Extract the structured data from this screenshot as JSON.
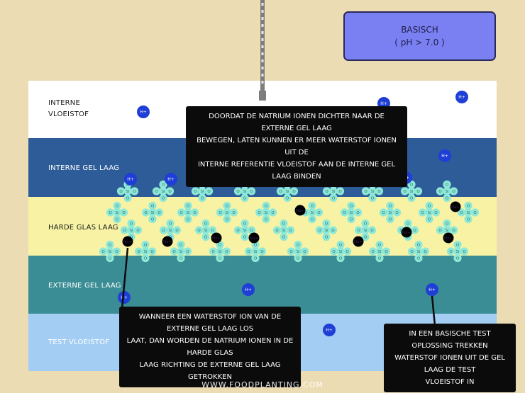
{
  "badge": {
    "line1": "BASISCH",
    "line2": "( pH > 7.0 )"
  },
  "layers": {
    "internal_fluid": "INTERNE\nVLOEISTOF",
    "internal_gel": "INTERNE GEL LAAG",
    "hard_glass": "HARDE GLAS LAAG",
    "external_gel": "EXTERNE GEL LAAG",
    "test_fluid": "TEST VLOEISTOF"
  },
  "colors": {
    "background": "#ecdcb4",
    "internal_fluid": "#ffffff",
    "internal_gel": "#2e5c98",
    "hard_glass": "#f8f3a4",
    "external_gel": "#3b8d95",
    "test_fluid": "#a3cdf3",
    "hydrogen_ion": "#1f3ed6",
    "sodium_ion": "#cf8de6",
    "oxygen": "#8ee8d7",
    "silicon": "#8ee8d7",
    "callout": "#0b0b0b",
    "badge": "#7a80f2"
  },
  "ions": {
    "hydrogen": "H+",
    "sodium": "Na+",
    "oxygen": "O",
    "silicon": "Si"
  },
  "callouts": {
    "top": "DOORDAT DE NATRIUM IONEN DICHTER NAAR DE EXTERNE GEL LAAG\nBEWEGEN, LATEN KUNNEN ER MEER WATERSTOF IONEN UIT DE\nINTERNE REFERENTIE VLOEISTOF AAN DE INTERNE GEL LAAG BINDEN",
    "bottom_left": "WANNEER EEN WATERSTOF ION VAN DE EXTERNE GEL LAAG LOS\nLAAT, DAN WORDEN DE NATRIUM IONEN IN DE HARDE GLAS\nLAAG RICHTING DE EXTERNE GEL LAAG GETROKKEN",
    "bottom_right": "IN EEN BASISCHE TEST OPLOSSING TREKKEN\nWATERSTOF IONEN UIT DE GEL LAAG DE TEST\nVLOEISTOF IN"
  },
  "watermark": "WWW.FOODPLANTING.COM"
}
